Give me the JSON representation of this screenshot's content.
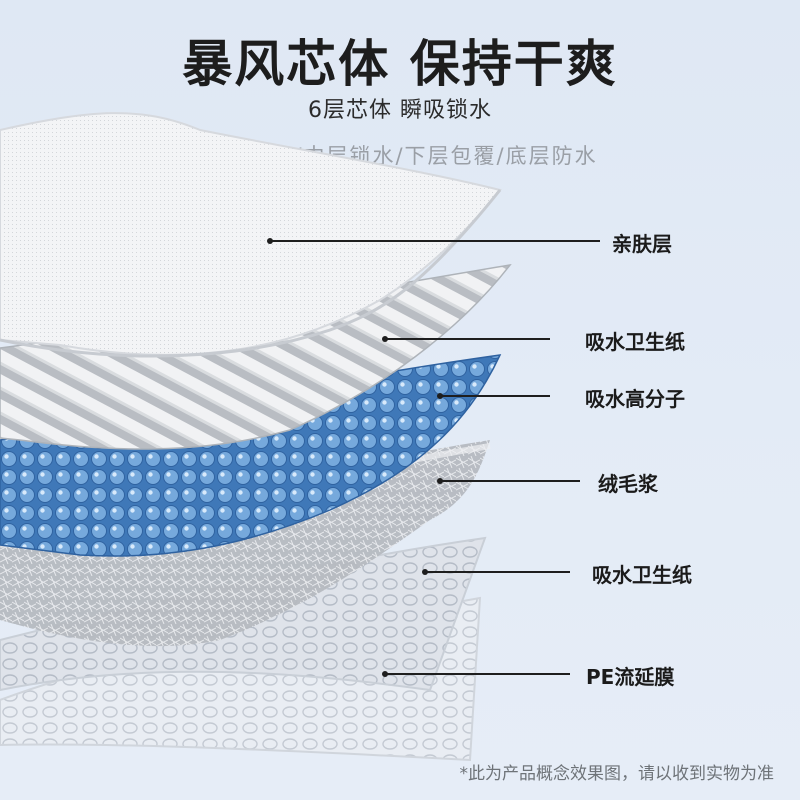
{
  "header": {
    "title": "暴风芯体 保持干爽",
    "subtitle": "6层芯体 瞬吸锁水",
    "description": "上层速吸/中层锁水/下层包覆/底层防水"
  },
  "layers": [
    {
      "label": "亲肤层"
    },
    {
      "label": "吸水卫生纸"
    },
    {
      "label": "吸水高分子"
    },
    {
      "label": "绒毛浆"
    },
    {
      "label": "吸水卫生纸"
    },
    {
      "label": "PE流延膜"
    }
  ],
  "footnote": "*此为产品概念效果图，请以收到实物为准",
  "colors": {
    "background": "#e2eaf5",
    "polymer": "#5b94cf",
    "leader": "#1e1e1e"
  }
}
